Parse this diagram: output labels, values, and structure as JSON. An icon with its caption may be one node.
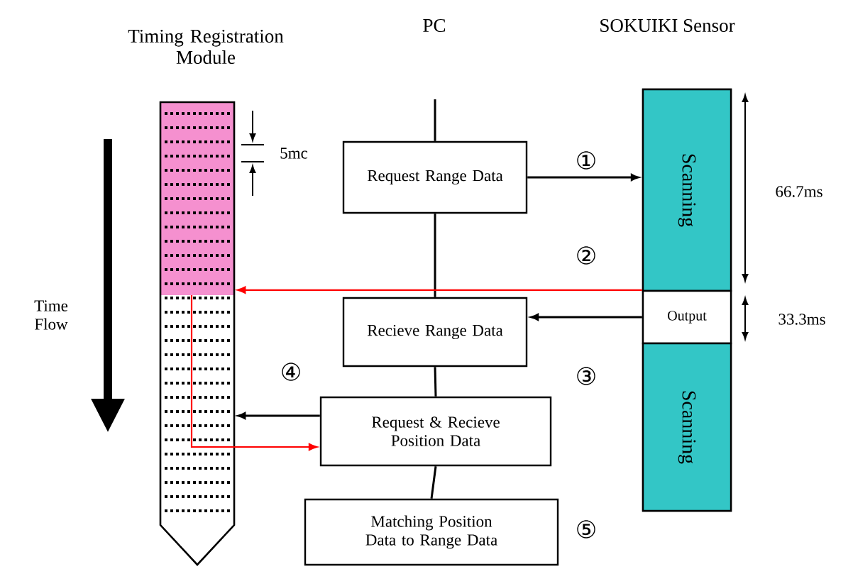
{
  "diagram": {
    "nodes": [
      {
        "text": [
          "Timing Registration Module"
        ]
      },
      {
        "text": [
          "PC"
        ]
      },
      {
        "text": [
          "Request Range Data"
        ]
      },
      {
        "text": [
          "Recieve Range Data"
        ]
      },
      {
        "text": [
          "Request & Recieve Position Data"
        ]
      },
      {
        "text": [
          "Matching Position Data to Range Data"
        ],
        "beside": [
          "⑤"
        ]
      },
      {
        "text": [
          "SOKUIKI Sensor"
        ]
      },
      {
        "text": [
          "Scanning"
        ],
        "in": 6
      },
      {
        "text": [
          "Output"
        ],
        "in": 6
      },
      {
        "text": [
          "Scanning"
        ],
        "in": 6
      }
    ],
    "edges": [
      {
        "from": null,
        "to": 2,
        "arrow": "none"
      },
      {
        "from": 2,
        "to": 7,
        "arrow": "to",
        "label": "①"
      },
      {
        "from": 2,
        "to": 3,
        "arrow": "none"
      },
      {
        "from": 3,
        "to": 4,
        "arrow": "none"
      },
      {
        "from": 4,
        "to": 5,
        "arrow": "none"
      },
      {
        "from": 8,
        "to": 0,
        "arrow": "to",
        "label": "②",
        "color": "#ff0000"
      },
      {
        "from": 8,
        "to": 3,
        "arrow": "to",
        "label": "③"
      },
      {
        "from": 4,
        "to": 0,
        "arrow": "to",
        "label": "④"
      },
      {
        "from": 0,
        "to": 4,
        "arrow": "to",
        "color": "#ff0000"
      }
    ],
    "labels": [
      "5mc",
      "66.7ms",
      "Time Flow",
      "33.3ms"
    ]
  }
}
